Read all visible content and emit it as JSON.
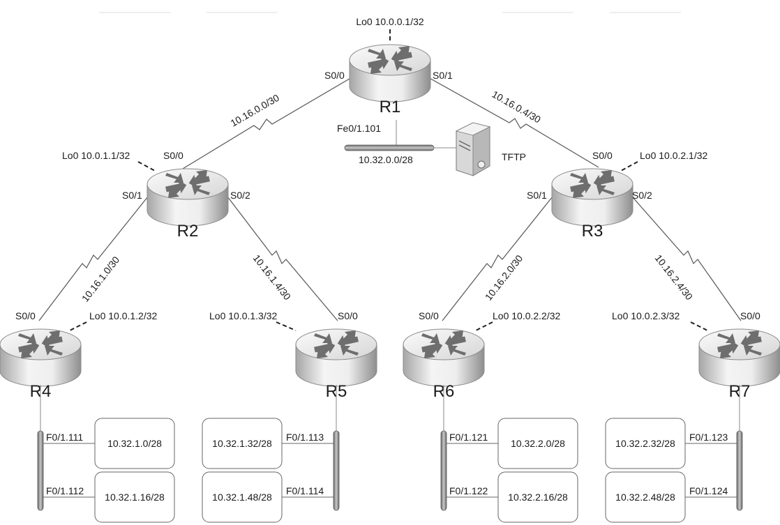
{
  "routers": {
    "r1": {
      "name": "R1",
      "loopback": "Lo0 10.0.0.1/32",
      "if_left": "S0/0",
      "if_right": "S0/1",
      "fe": "Fe0/1.101"
    },
    "r2": {
      "name": "R2",
      "loopback": "Lo0 10.0.1.1/32",
      "if_top": "S0/0",
      "if_left": "S0/1",
      "if_right": "S0/2"
    },
    "r3": {
      "name": "R3",
      "loopback": "Lo0 10.0.2.1/32",
      "if_top": "S0/0",
      "if_left": "S0/1",
      "if_right": "S0/2"
    },
    "r4": {
      "name": "R4",
      "loopback": "Lo0 10.0.1.2/32",
      "if_top": "S0/0",
      "sub1": "F0/1.111",
      "sub2": "F0/1.112"
    },
    "r5": {
      "name": "R5",
      "loopback": "Lo0 10.0.1.3/32",
      "if_top": "S0/0",
      "sub1": "F0/1.113",
      "sub2": "F0/1.114"
    },
    "r6": {
      "name": "R6",
      "loopback": "Lo0 10.0.2.2/32",
      "if_top": "S0/0",
      "sub1": "F0/1.121",
      "sub2": "F0/1.122"
    },
    "r7": {
      "name": "R7",
      "loopback": "Lo0 10.0.2.3/32",
      "if_top": "S0/0",
      "sub1": "F0/1.123",
      "sub2": "F0/1.124"
    }
  },
  "links": {
    "r1_r2": "10.16.0.0/30",
    "r1_r3": "10.16.0.4/30",
    "r2_r4": "10.16.1.0/30",
    "r2_r5": "10.16.1.4/30",
    "r3_r6": "10.16.2.0/30",
    "r3_r7": "10.16.2.4/30"
  },
  "tftp": {
    "label": "TFTP",
    "network": "10.32.0.0/28"
  },
  "lans": {
    "r4_a": "10.32.1.0/28",
    "r4_b": "10.32.1.16/28",
    "r5_a": "10.32.1.32/28",
    "r5_b": "10.32.1.48/28",
    "r6_a": "10.32.2.0/28",
    "r6_b": "10.32.2.16/28",
    "r7_a": "10.32.2.32/28",
    "r7_b": "10.32.2.48/28"
  },
  "colors": {
    "router_light": "#f2f2f2",
    "router_dark": "#9a9a9a",
    "arrow": "#6e6e6e",
    "line": "#555555"
  }
}
